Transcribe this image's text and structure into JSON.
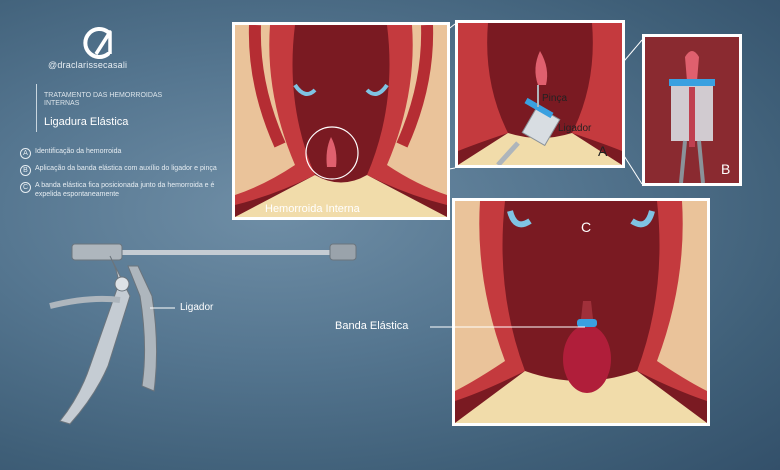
{
  "brand": {
    "handle": "@draclarissecasali",
    "logo_icon": "stylized-c-logo"
  },
  "header": {
    "subtitle": "TRATAMENTO DAS HEMORROIDAS INTERNAS",
    "title": "Ligadura Elástica"
  },
  "steps": [
    {
      "letter": "A",
      "text": "Identificação da hemorroida"
    },
    {
      "letter": "B",
      "text": "Aplicação da banda elástica com auxílio do ligador e pinça"
    },
    {
      "letter": "C",
      "text": "A banda elástica fica posicionada junto da hemorroida e é expelida espontaneamente"
    }
  ],
  "labels": {
    "hemorroida": "Hemorroida Interna",
    "pinca": "Pinça",
    "ligador_a": "Ligador",
    "ligador_tool": "Ligador",
    "banda": "Banda Elástica",
    "panel_a": "A",
    "panel_b": "B",
    "panel_c": "C"
  },
  "colors": {
    "background": "#557690",
    "tissue_dark": "#7a1a22",
    "muscle": "#c0383c",
    "fat": "#f1dcaa",
    "band": "#3aa0e0",
    "panel_border": "#ffffff"
  }
}
